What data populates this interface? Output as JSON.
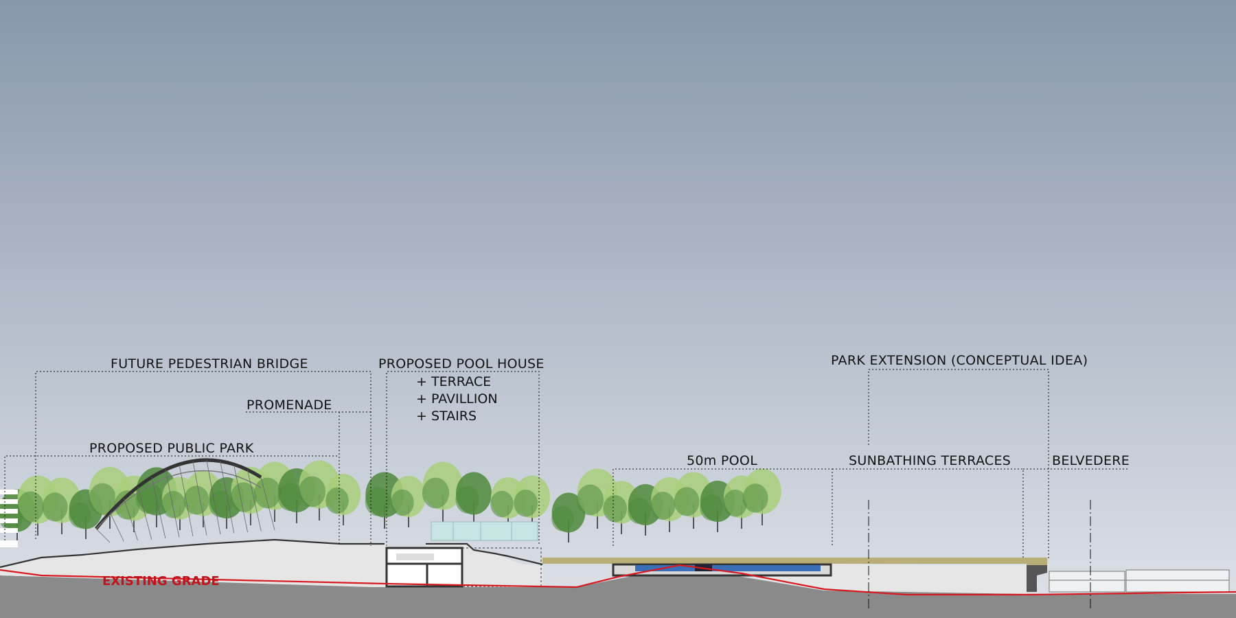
{
  "labels": {
    "future_pedestrian_bridge": "FUTURE PEDESTRIAN BRIDGE",
    "promenade": "PROMENADE",
    "proposed_public_park": "PROPOSED PUBLIC PARK",
    "proposed_pool_house": "PROPOSED POOL HOUSE",
    "pool_house_items": [
      "+ TERRACE",
      "+ PAVILLION",
      "+ STAIRS"
    ],
    "park_extension": "PARK EXTENSION (CONCEPTUAL IDEA)",
    "pool_50m": "50m POOL",
    "sunbathing_terraces": "SUNBATHING TERRACES",
    "belvedere": "BELVEDERE",
    "existing_grade": "EXISTING GRADE"
  },
  "colors": {
    "sky_top": "#8797ac",
    "sky_bottom": "#dfe2e8",
    "ground": "#8c8c8c",
    "fill_light": "#e6e6e6",
    "existing_grade_line": "#d71920",
    "pool_water": "#3a6fb8",
    "tree_light": "#a9cf7a",
    "tree_dark": "#4f8a3c",
    "terrace_deck": "#b8ad7a"
  }
}
